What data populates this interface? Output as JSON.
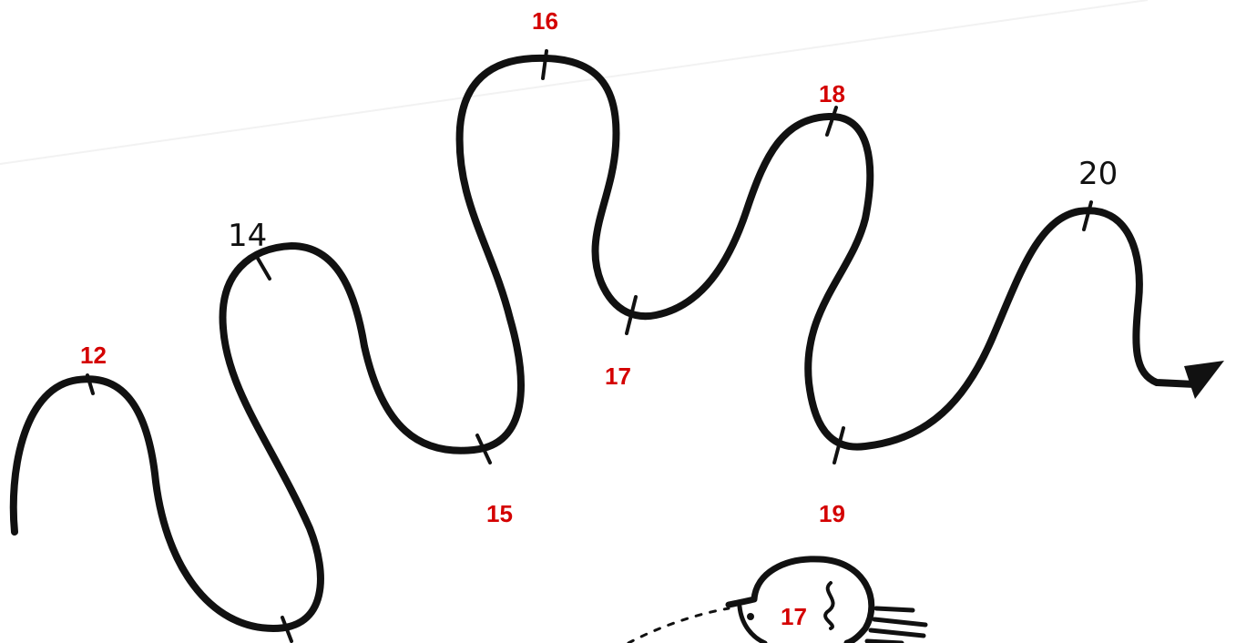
{
  "labels": {
    "n12": "12",
    "n14": "14",
    "n15": "15",
    "n16": "16",
    "n17": "17",
    "n18": "18",
    "n19": "19",
    "n20": "20",
    "bulb": "17"
  },
  "colors": {
    "line": "#111111",
    "red_label": "#d40000",
    "background": "#ffffff"
  },
  "icons": {
    "end": "arrowhead-icon",
    "bottom": "lightbulb-icon"
  }
}
